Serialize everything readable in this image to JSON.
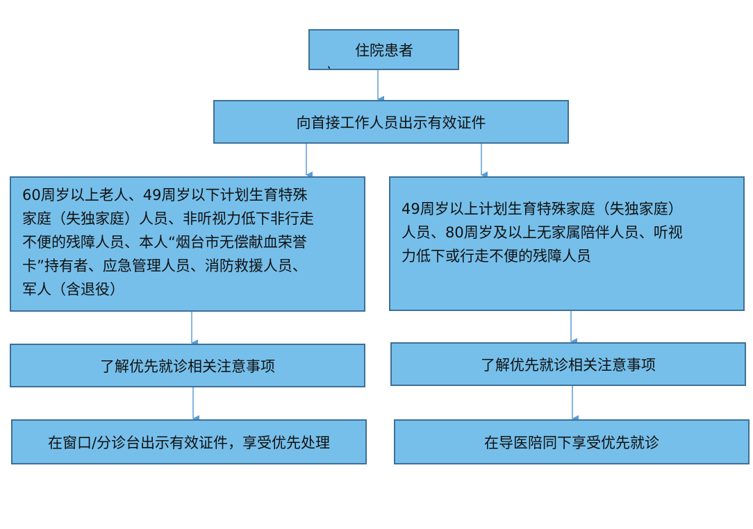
{
  "flowchart": {
    "start": {
      "label": "住院患者",
      "overflow_text": "亣"
    },
    "show_id": "向首接工作人员出示有效证件",
    "left_group": {
      "lines": [
        "60周岁以上老人、49周岁以下计划生育特殊",
        "家庭（失独家庭）人员、非听视力低下非行走",
        "不便的残障人员、本人“烟台市无偿献血荣誉",
        "卡”持有者、应急管理人员、消防救援人员、",
        "军人（含退役）"
      ]
    },
    "right_group": {
      "lines": [
        "49周岁以上计划生育特殊家庭（失独家庭）",
        "人员、80周岁及以上无家属陪伴人员、听视",
        "力低下或行走不便的残障人员"
      ]
    },
    "left_notice": "了解优先就诊相关注意事项",
    "right_notice": "了解优先就诊相关注意事项",
    "left_final": "在窗口/分诊台出示有效证件，享受优先处理",
    "right_final": "在导医陪同下享受优先就诊"
  },
  "colors": {
    "box_fill": "#76bfea",
    "box_border": "#3e6f97",
    "arrow": "#5b9bd5",
    "text": "#111111"
  }
}
